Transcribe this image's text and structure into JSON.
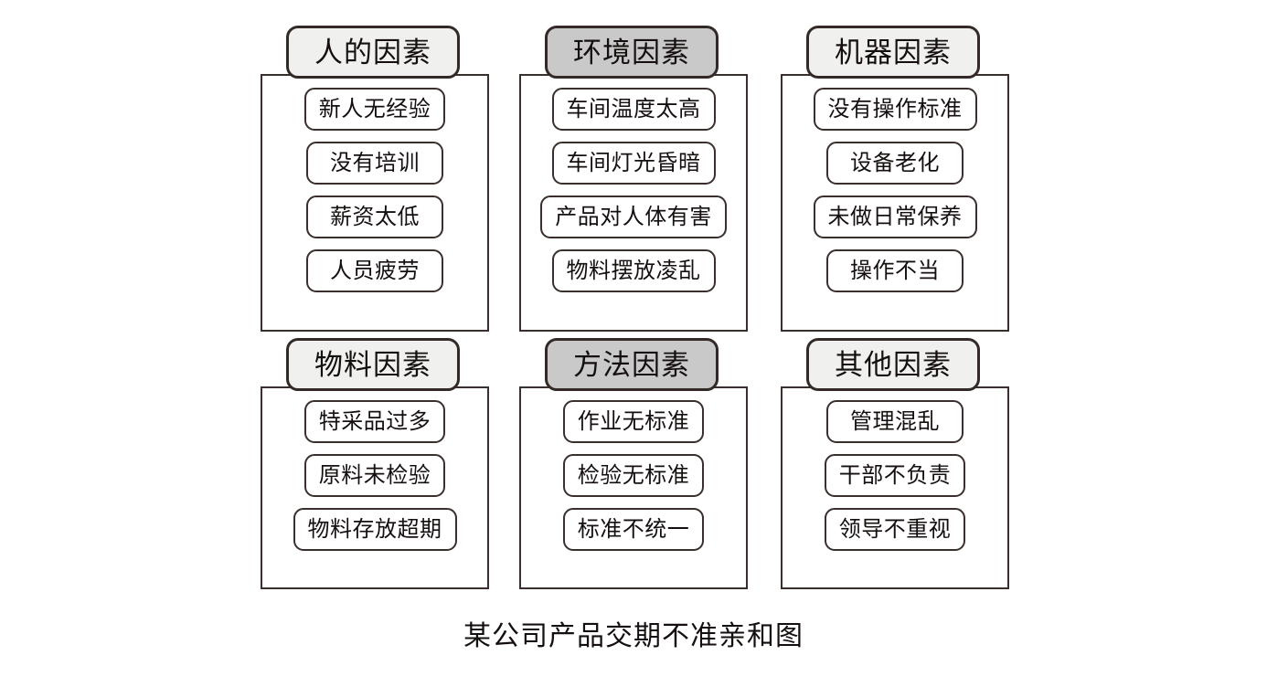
{
  "diagram": {
    "caption": "某公司产品交期不准亲和图",
    "colors": {
      "header_fill_light": "#f0f0ee",
      "header_fill_emphasis": "#c9c9c9",
      "card_fill": "#ffffff",
      "border": "#3a2f2c",
      "text": "#15100f",
      "background": "#ffffff"
    },
    "groups": [
      {
        "title": "人的因素",
        "emphasis": false,
        "items": [
          {
            "label": "新人无经验"
          },
          {
            "label": "没有培训"
          },
          {
            "label": "薪资太低"
          },
          {
            "label": "人员疲劳"
          }
        ]
      },
      {
        "title": "环境因素",
        "emphasis": true,
        "items": [
          {
            "label": "车间温度太高"
          },
          {
            "label": "车间灯光昏暗"
          },
          {
            "label": "产品对人体有害"
          },
          {
            "label": "物料摆放凌乱"
          }
        ]
      },
      {
        "title": "机器因素",
        "emphasis": false,
        "items": [
          {
            "label": "没有操作标准"
          },
          {
            "label": "设备老化"
          },
          {
            "label": "未做日常保养"
          },
          {
            "label": "操作不当"
          }
        ]
      },
      {
        "title": "物料因素",
        "emphasis": false,
        "items": [
          {
            "label": "特采品过多"
          },
          {
            "label": "原料未检验"
          },
          {
            "label": "物料存放超期"
          }
        ]
      },
      {
        "title": "方法因素",
        "emphasis": true,
        "items": [
          {
            "label": "作业无标准"
          },
          {
            "label": "检验无标准"
          },
          {
            "label": "标准不统一"
          }
        ]
      },
      {
        "title": "其他因素",
        "emphasis": false,
        "items": [
          {
            "label": "管理混乱"
          },
          {
            "label": "干部不负责"
          },
          {
            "label": "领导不重视"
          }
        ]
      }
    ]
  }
}
